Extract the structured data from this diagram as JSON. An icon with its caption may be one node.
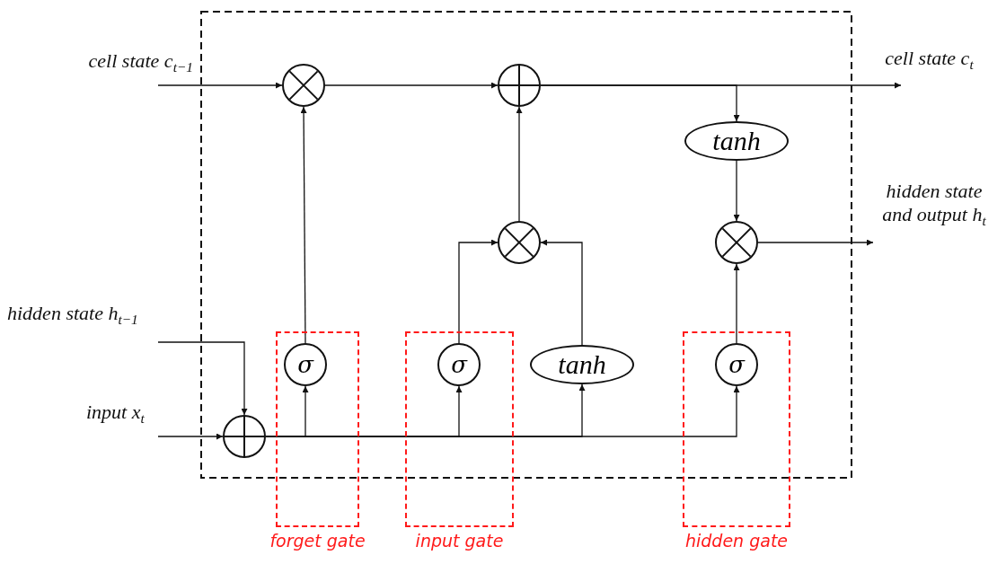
{
  "diagram": {
    "nodes": [
      {
        "text": [
          "cell state c$_{t−1}$"
        ]
      },
      {
        "text": [],
        "shape": "circle"
      },
      {
        "text": [],
        "shape": "circle"
      },
      {
        "text": [
          "cell state c$_{t}$"
        ]
      },
      {
        "text": [
          "tanh"
        ]
      },
      {
        "text": [],
        "shape": "circle"
      },
      {
        "text": [
          "hidden state and output h$_{t}$"
        ]
      },
      {
        "text": [],
        "shape": "circle"
      },
      {
        "text": [
          "hidden state h$_{t−1}$"
        ]
      },
      {
        "text": [
          "input x$_{t}$"
        ]
      },
      {
        "text": [],
        "shape": "circle"
      },
      {
        "text": [
          "forget gate"
        ]
      },
      {
        "text": [
          "σ"
        ],
        "in": 11
      },
      {
        "text": [
          "input gate"
        ]
      },
      {
        "text": [
          "σ"
        ],
        "in": 13
      },
      {
        "text": [
          "tanh"
        ]
      },
      {
        "text": [
          "hidden gate"
        ]
      },
      {
        "text": [
          "σ"
        ],
        "in": 16
      }
    ],
    "edges": [
      {
        "from": 0,
        "to": 1,
        "arrow": "to"
      },
      {
        "from": 1,
        "to": 2,
        "arrow": "to"
      },
      {
        "from": 2,
        "to": 3,
        "arrow": "to"
      },
      {
        "from": 2,
        "to": 4,
        "arrow": "to"
      },
      {
        "from": 4,
        "to": 5,
        "arrow": "to"
      },
      {
        "from": 5,
        "to": 6,
        "arrow": "to"
      },
      {
        "from": 7,
        "to": 2,
        "arrow": "to"
      },
      {
        "from": 12,
        "to": 1,
        "arrow": "to"
      },
      {
        "from": 14,
        "to": 7,
        "arrow": "to"
      },
      {
        "from": 15,
        "to": 7,
        "arrow": "to"
      },
      {
        "from": 17,
        "to": 5,
        "arrow": "to"
      },
      {
        "from": 8,
        "to": 10,
        "arrow": "to"
      },
      {
        "from": 9,
        "to": 10,
        "arrow": "to"
      },
      {
        "from": 10,
        "to": 12,
        "arrow": "to"
      },
      {
        "from": 10,
        "to": 14,
        "arrow": "to"
      },
      {
        "from": 10,
        "to": 15,
        "arrow": "to"
      },
      {
        "from": 10,
        "to": 17,
        "arrow": "to"
      }
    ]
  }
}
